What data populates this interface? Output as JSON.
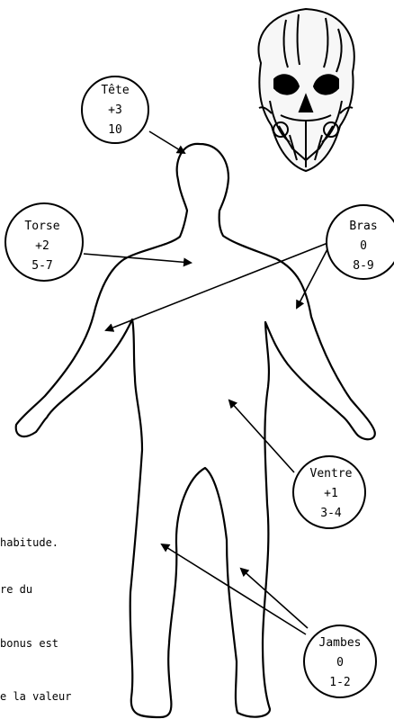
{
  "zones": [
    {
      "key": "tete",
      "name": "Tête",
      "bonus": "+3",
      "range": "10"
    },
    {
      "key": "torse",
      "name": "Torse",
      "bonus": "+2",
      "range": "5-7"
    },
    {
      "key": "bras",
      "name": "Bras",
      "bonus": "0",
      "range": "8-9"
    },
    {
      "key": "ventre",
      "name": "Ventre",
      "bonus": "+1",
      "range": "3-4"
    },
    {
      "key": "jambes",
      "name": "Jambes",
      "bonus": "0",
      "range": "1-2"
    }
  ],
  "side_text": [
    "habitude.",
    "re du",
    "bonus est",
    "e la valeur"
  ]
}
